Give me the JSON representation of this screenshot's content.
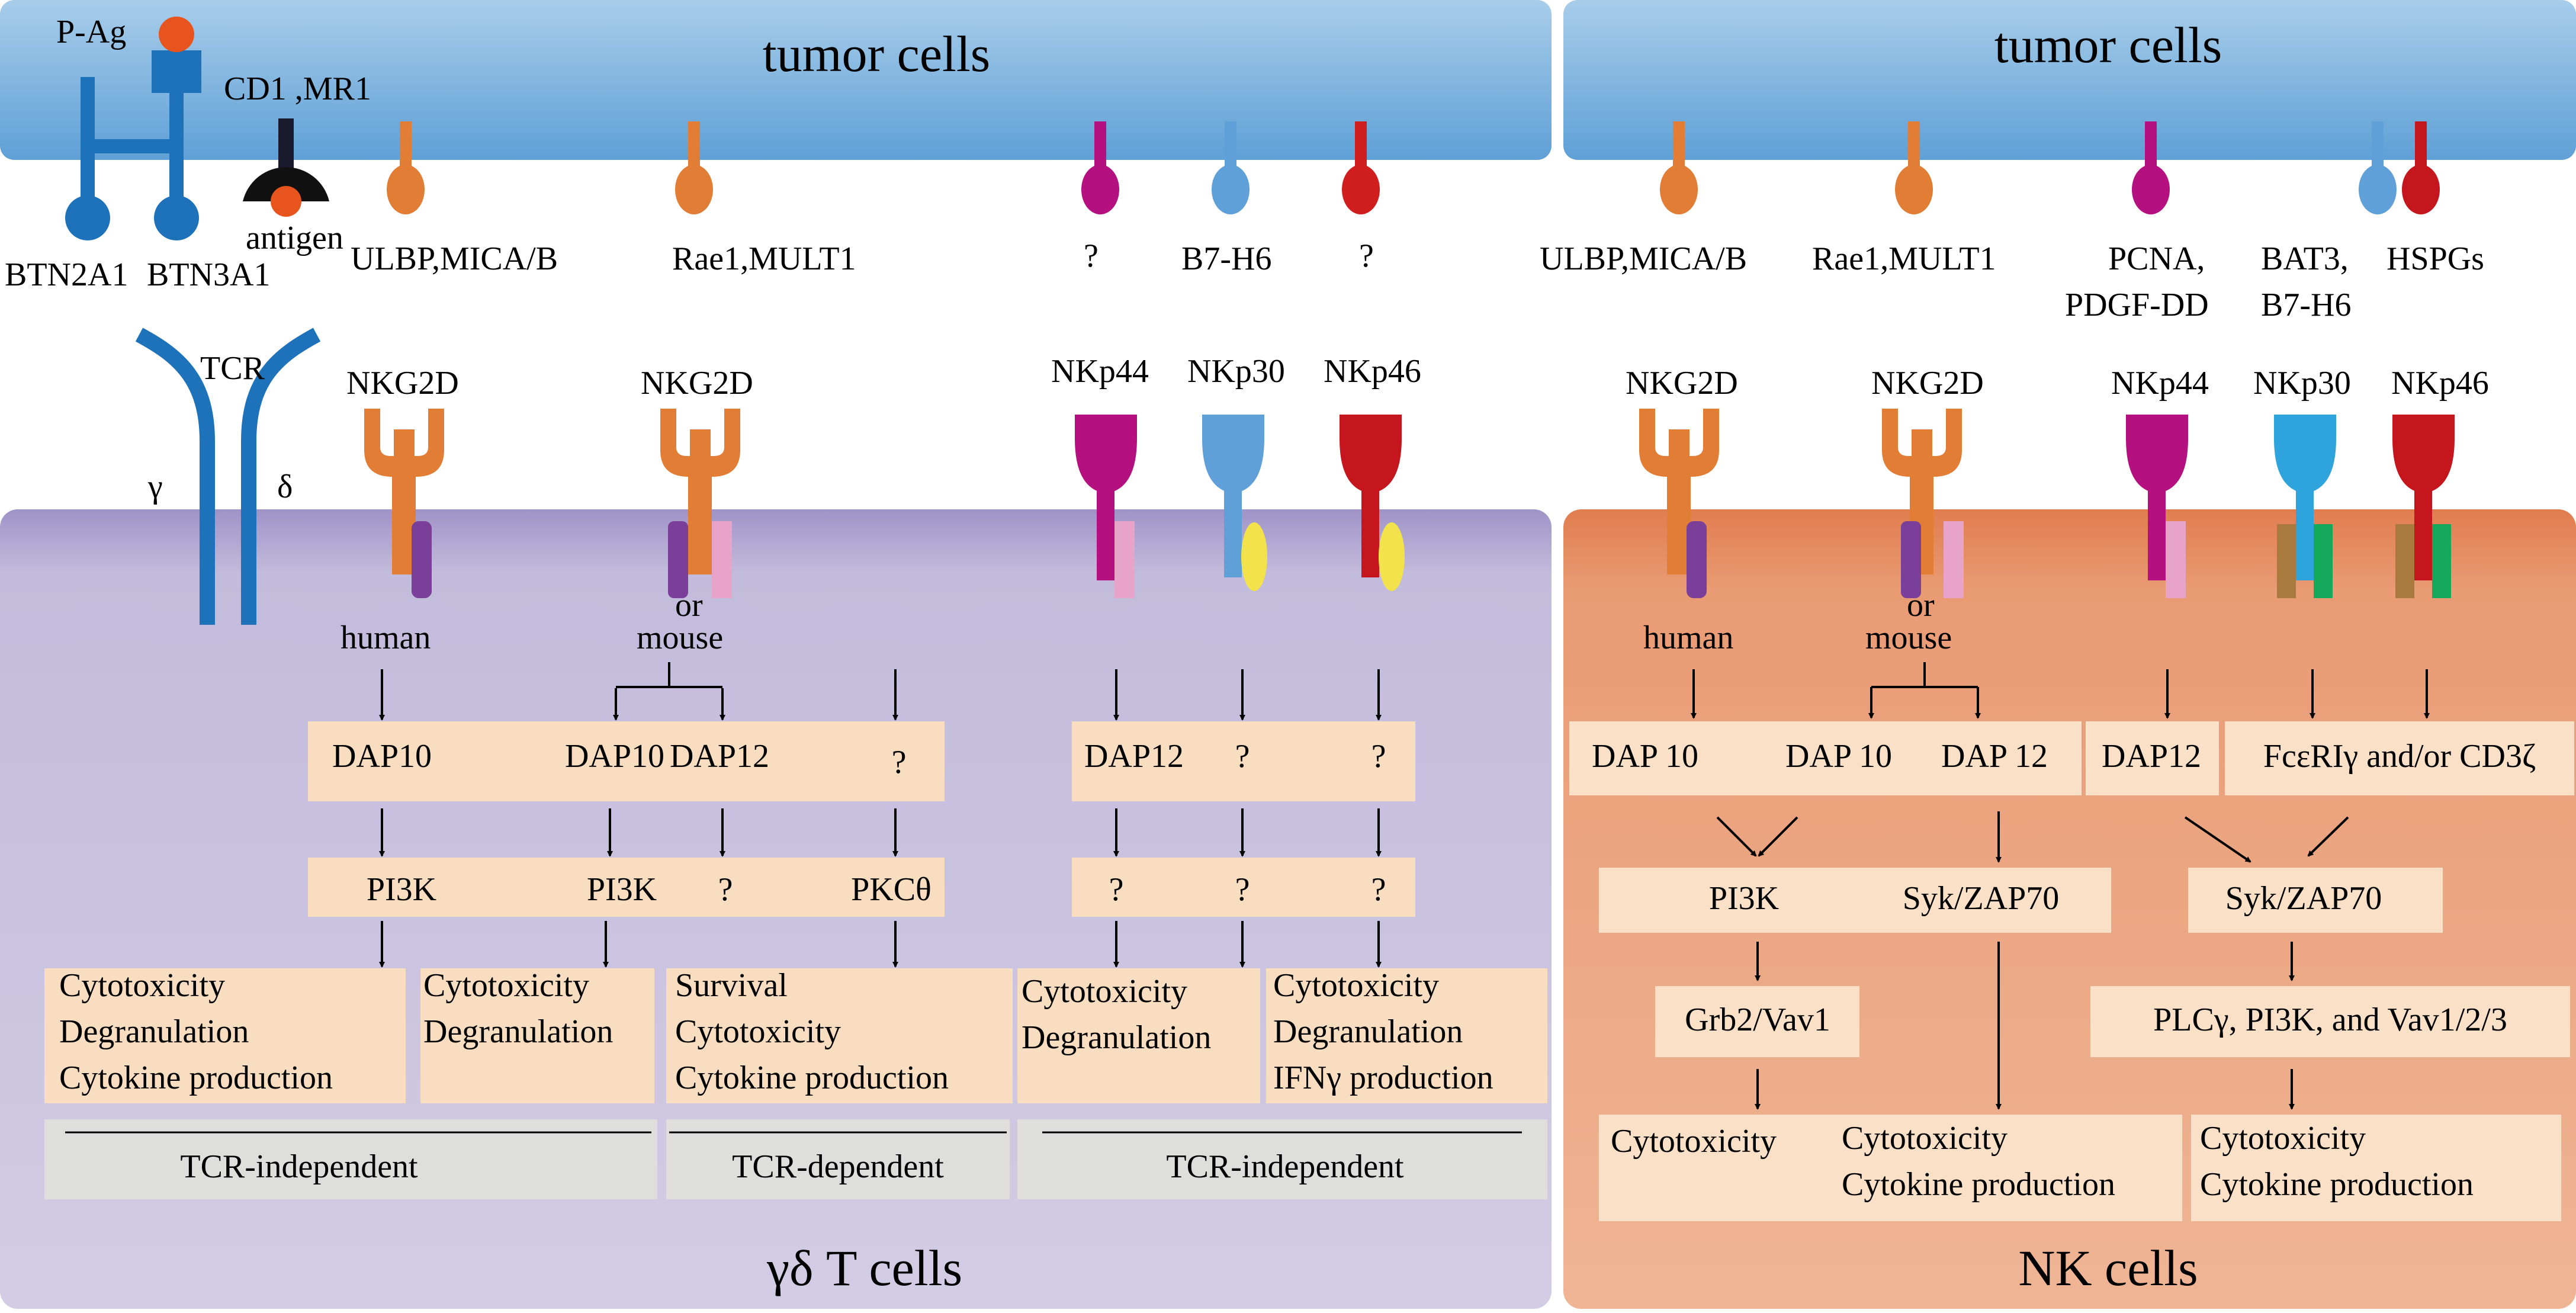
{
  "left": {
    "top_title": "tumor cells",
    "bottom_title": "γδ T cells",
    "ligands": {
      "pag": "P-Ag",
      "cd1_mr1": "CD1 ,MR1",
      "antigen": "antigen",
      "btn2a1": "BTN2A1",
      "btn3a1": "BTN3A1",
      "ulbp": "ULBP,MICA/B",
      "rae1": "Rae1,MULT1",
      "q1": "?",
      "b7h6": "B7-H6",
      "q2": "?"
    },
    "receptors": {
      "tcr": "TCR",
      "gamma": "γ",
      "delta": "δ",
      "nkg2d_1": "NKG2D",
      "nkg2d_2": "NKG2D",
      "nkp44": "NKp44",
      "nkp30": "NKp30",
      "nkp46": "NKp46",
      "human": "human",
      "or": "or",
      "mouse": "mouse"
    },
    "adaptors": {
      "dap10_a": "DAP10",
      "dap10_b": "DAP10",
      "dap12_a": "DAP12",
      "q_a": "?",
      "dap12_b": "DAP12",
      "q_b": "?",
      "q_c": "?"
    },
    "signaling": {
      "pi3k_a": "PI3K",
      "pi3k_b": "PI3K",
      "q_a": "?",
      "pkc": "PKCθ",
      "q_b": "?",
      "q_c": "?",
      "q_d": "?"
    },
    "outcomes": {
      "o1": [
        "Cytotoxicity",
        "Degranulation",
        "Cytokine production"
      ],
      "o2": [
        "Cytotoxicity",
        "Degranulation"
      ],
      "o3": [
        "Survival",
        "Cytotoxicity",
        "Cytokine production"
      ],
      "o4": [
        "Cytotoxicity",
        "Degranulation"
      ],
      "o5": [
        "Cytotoxicity",
        "Degranulation",
        "IFNγ production"
      ]
    },
    "dependence": {
      "d1": "TCR-independent",
      "d2": "TCR-dependent",
      "d3": "TCR-independent"
    }
  },
  "right": {
    "top_title": "tumor cells",
    "bottom_title": "NK cells",
    "ligands": {
      "ulbp": "ULBP,MICA/B",
      "rae1": "Rae1,MULT1",
      "pcna": [
        "PCNA,",
        "PDGF-DD"
      ],
      "bat3": [
        "BAT3,",
        "B7-H6"
      ],
      "hspgs": "HSPGs"
    },
    "receptors": {
      "nkg2d_1": "NKG2D",
      "nkg2d_2": "NKG2D",
      "nkp44": "NKp44",
      "nkp30": "NKp30",
      "nkp46": "NKp46",
      "human": "human",
      "or": "or",
      "mouse": "mouse"
    },
    "adaptors": {
      "dap10_a": "DAP 10",
      "dap10_b": "DAP 10",
      "dap12_a": "DAP 12",
      "dap12_b": "DAP12",
      "fce": "FcεRIγ and/or CD3ζ"
    },
    "signaling": {
      "pi3k": "PI3K",
      "syk_a": "Syk/ZAP70",
      "syk_b": "Syk/ZAP70",
      "grb2": "Grb2/Vav1",
      "plc": "PLCγ, PI3K, and Vav1/2/3"
    },
    "outcomes": {
      "o1": [
        "Cytotoxicity"
      ],
      "o2": [
        "Cytotoxicity",
        "Cytokine production"
      ],
      "o3": [
        "Cytotoxicity",
        "Cytokine production"
      ]
    }
  },
  "colors": {
    "tumor_band": "#8fbde3",
    "gd_cell": "#c6bedc",
    "nk_cell": "#e8936a",
    "box": "#f8ddc0",
    "grey_box": "#dedfdc",
    "tcr_blue": "#1e72b9",
    "nkg2d_orange": "#e27d35",
    "nkp44_magenta": "#b4107f",
    "nkp30_blue": "#5fa0d9",
    "nkp46_red": "#c4161c",
    "dap10_purple": "#7a3f98",
    "dap12_pink": "#e8a3c9",
    "yellow": "#f2e34c",
    "fce_brown": "#a87a3e",
    "cd3_green": "#13a85a"
  }
}
